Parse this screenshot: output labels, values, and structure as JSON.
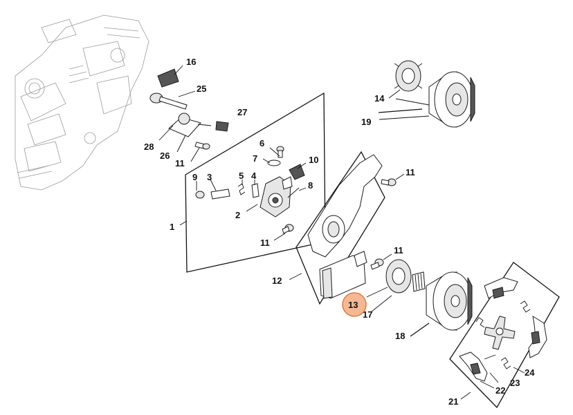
{
  "labels": {
    "p1": "1",
    "p2": "2",
    "p3": "3",
    "p4": "4",
    "p5": "5",
    "p6": "6",
    "p7": "7",
    "p8": "8",
    "p9": "9",
    "p10": "10",
    "p11a": "11",
    "p11b": "11",
    "p11c": "11",
    "p11d": "11",
    "p12": "12",
    "p13": "13",
    "p14": "14",
    "p16": "16",
    "p17": "17",
    "p18": "18",
    "p19": "19",
    "p21": "21",
    "p22": "22",
    "p23": "23",
    "p24": "24",
    "p25": "25",
    "p26": "26",
    "p27": "27",
    "p28": "28"
  },
  "highlight": {
    "label": "13",
    "color": "#f0a070",
    "stroke": "#e07a3a"
  }
}
